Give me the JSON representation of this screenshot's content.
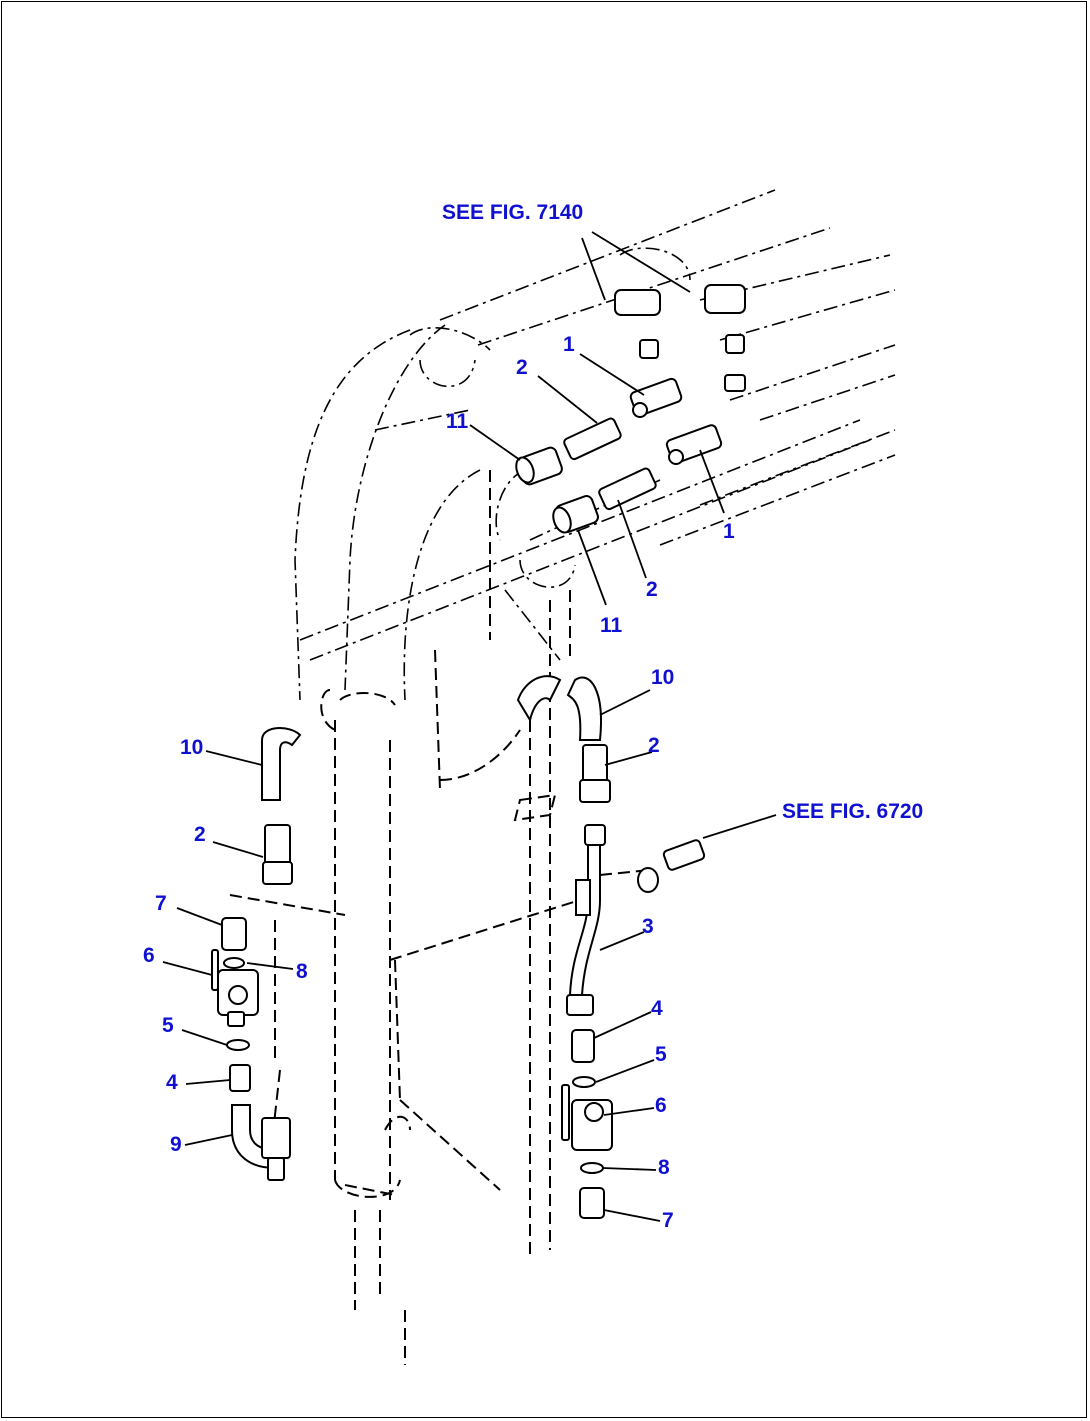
{
  "references": {
    "fig_7140": "SEE FIG. 7140",
    "fig_6720": "SEE FIG. 6720"
  },
  "callouts": {
    "c1_a": "1",
    "c1_b": "1",
    "c2_a": "2",
    "c2_b": "2",
    "c2_c": "2",
    "c2_d": "2",
    "c3": "3",
    "c4_a": "4",
    "c4_b": "4",
    "c5_a": "5",
    "c5_b": "5",
    "c6_a": "6",
    "c6_b": "6",
    "c7_a": "7",
    "c7_b": "7",
    "c8_a": "8",
    "c8_b": "8",
    "c9": "9",
    "c10_a": "10",
    "c10_b": "10",
    "c11_a": "11",
    "c11_b": "11"
  },
  "colors": {
    "label": "#1010d0",
    "line": "#000000",
    "background": "#ffffff"
  }
}
